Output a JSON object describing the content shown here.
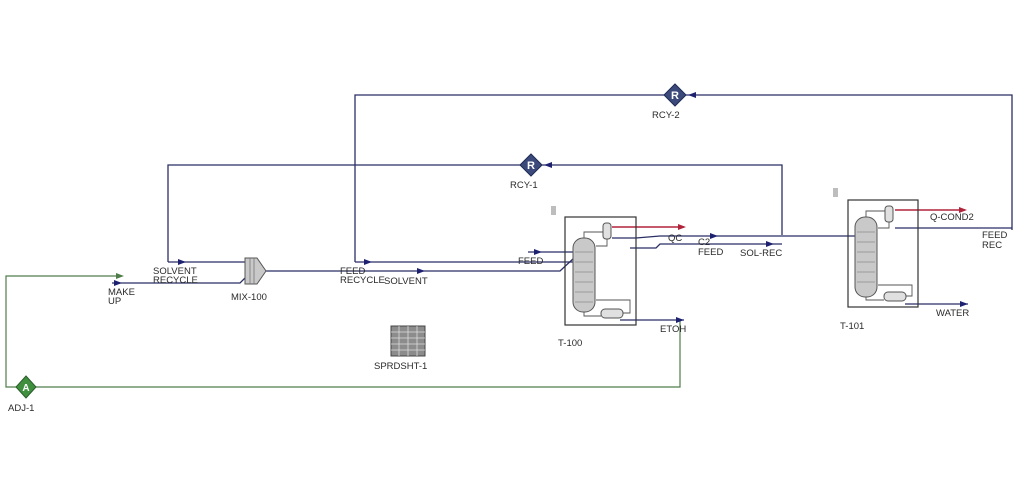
{
  "diagram": {
    "units": {
      "mix": "MIX-100",
      "t100": "T-100",
      "t101": "T-101",
      "rcy1": "RCY-1",
      "rcy2": "RCY-2",
      "adj": "ADJ-1",
      "sprd": "SPRDSHT-1"
    },
    "streams": {
      "makeup_1": "MAKE",
      "makeup_2": "UP",
      "solvent_recycle_1": "SOLVENT",
      "solvent_recycle_2": "RECYCLE",
      "feed_recycle_1": "FEED",
      "feed_recycle_2": "RECYCLE",
      "solvent": "SOLVENT",
      "feed": "FEED",
      "qc": "QC",
      "c2feed_1": "C2",
      "c2feed_2": "FEED",
      "solrec": "SOL-REC",
      "etoh": "ETOH",
      "qcond2": "Q-COND2",
      "feedrec_1": "FEED",
      "feedrec_2": "REC",
      "water": "WATER"
    },
    "icons": {
      "recycle_letter": "R",
      "adjust_letter": "A"
    },
    "colors": {
      "material_stream": "#2b2f66",
      "energy_stream": "#b0243a",
      "adjust_line": "#4f7d4a",
      "recycle_icon": "#3b4a7a",
      "adjust_icon": "#3f8f3f"
    }
  }
}
